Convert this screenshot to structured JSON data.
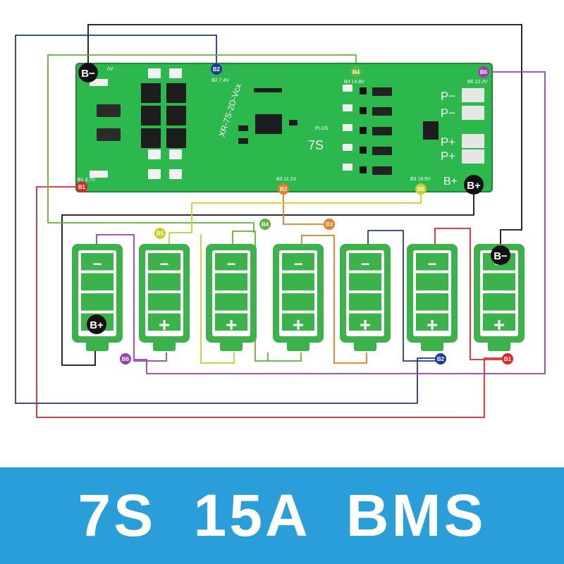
{
  "colors": {
    "b_minus": "#111111",
    "b1": "#e0262b",
    "b2": "#1d3a9e",
    "b3": "#ee7a22",
    "b4": "#5cb733",
    "b5": "#c8cf2a",
    "b6": "#9b3fb6",
    "b_plus": "#111111",
    "board": "#2db84d",
    "cell": "#3cb34a",
    "banner": "#2a9ed9"
  },
  "board": {
    "model_text": "XR-7S-2D-Vcx",
    "cell_count_mark": "7S",
    "plus_mark": "PLUS",
    "out_neg_1": "P−",
    "out_neg_2": "P−",
    "out_pos_1": "P+",
    "out_pos_2": "P+",
    "bplus_pad": "B+",
    "pad_b2_v": "B2 7.4V",
    "pad_b4_v": "B4 14.8V",
    "pad_b6_v": "B6 22.2V",
    "pad_b1_v": "B1 3.7V",
    "pad_b3_v": "B3 11.1V",
    "pad_b5_v": "B5 18.5V",
    "pad_0v": "0V"
  },
  "labels": {
    "b_minus_board": "B−",
    "b2_board": "B2",
    "b4_board": "B4",
    "b6_board": "B6",
    "b1_board": "B1",
    "b3_board": "B3",
    "b5_board": "B5",
    "b_plus_board": "B+",
    "b5_top": "B5",
    "b4_top": "B4",
    "b3_top": "B3",
    "b_minus_pack": "B−",
    "b_plus_pack": "B+",
    "b6_bottom": "B6",
    "b2_bottom": "B2",
    "b1_bottom": "B1"
  },
  "cells": [
    {
      "minus": "−",
      "plus": "+"
    },
    {
      "minus": "−",
      "plus": "+"
    },
    {
      "minus": "−",
      "plus": "+"
    },
    {
      "minus": "−",
      "plus": "+"
    },
    {
      "minus": "−",
      "plus": "+"
    },
    {
      "minus": "−",
      "plus": "+"
    },
    {
      "minus": "−",
      "plus": "+"
    }
  ],
  "footer": {
    "title": "7S 15A BMS"
  }
}
